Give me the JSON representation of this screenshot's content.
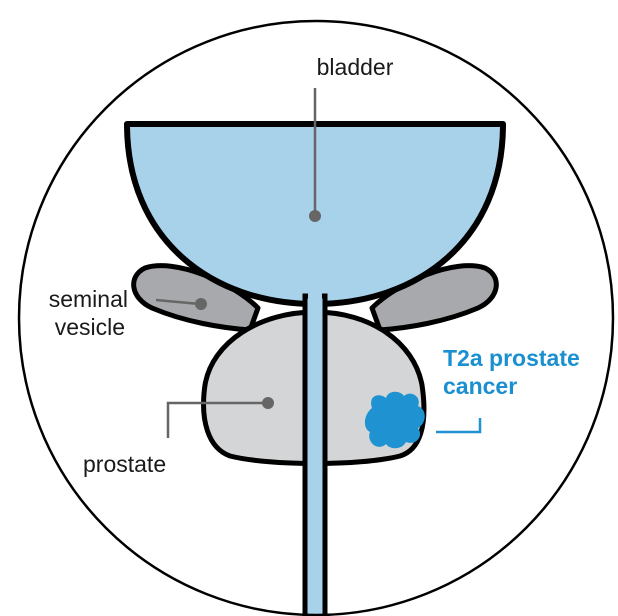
{
  "diagram": {
    "labels": {
      "bladder": "bladder",
      "seminal_vesicle_line1": "seminal",
      "seminal_vesicle_line2": "vesicle",
      "prostate": "prostate",
      "cancer_line1": "T2a prostate",
      "cancer_line2": "cancer"
    },
    "colors": {
      "outline": "#000000",
      "bladder_fill": "#a8d1ea",
      "prostate_fill": "#d4d5d7",
      "vesicle_fill": "#a7a9ac",
      "leader_line": "#666666",
      "pointer_dot": "#666666",
      "cancer_fill": "#1f93d2",
      "cancer_label": "#1a90d0"
    }
  }
}
